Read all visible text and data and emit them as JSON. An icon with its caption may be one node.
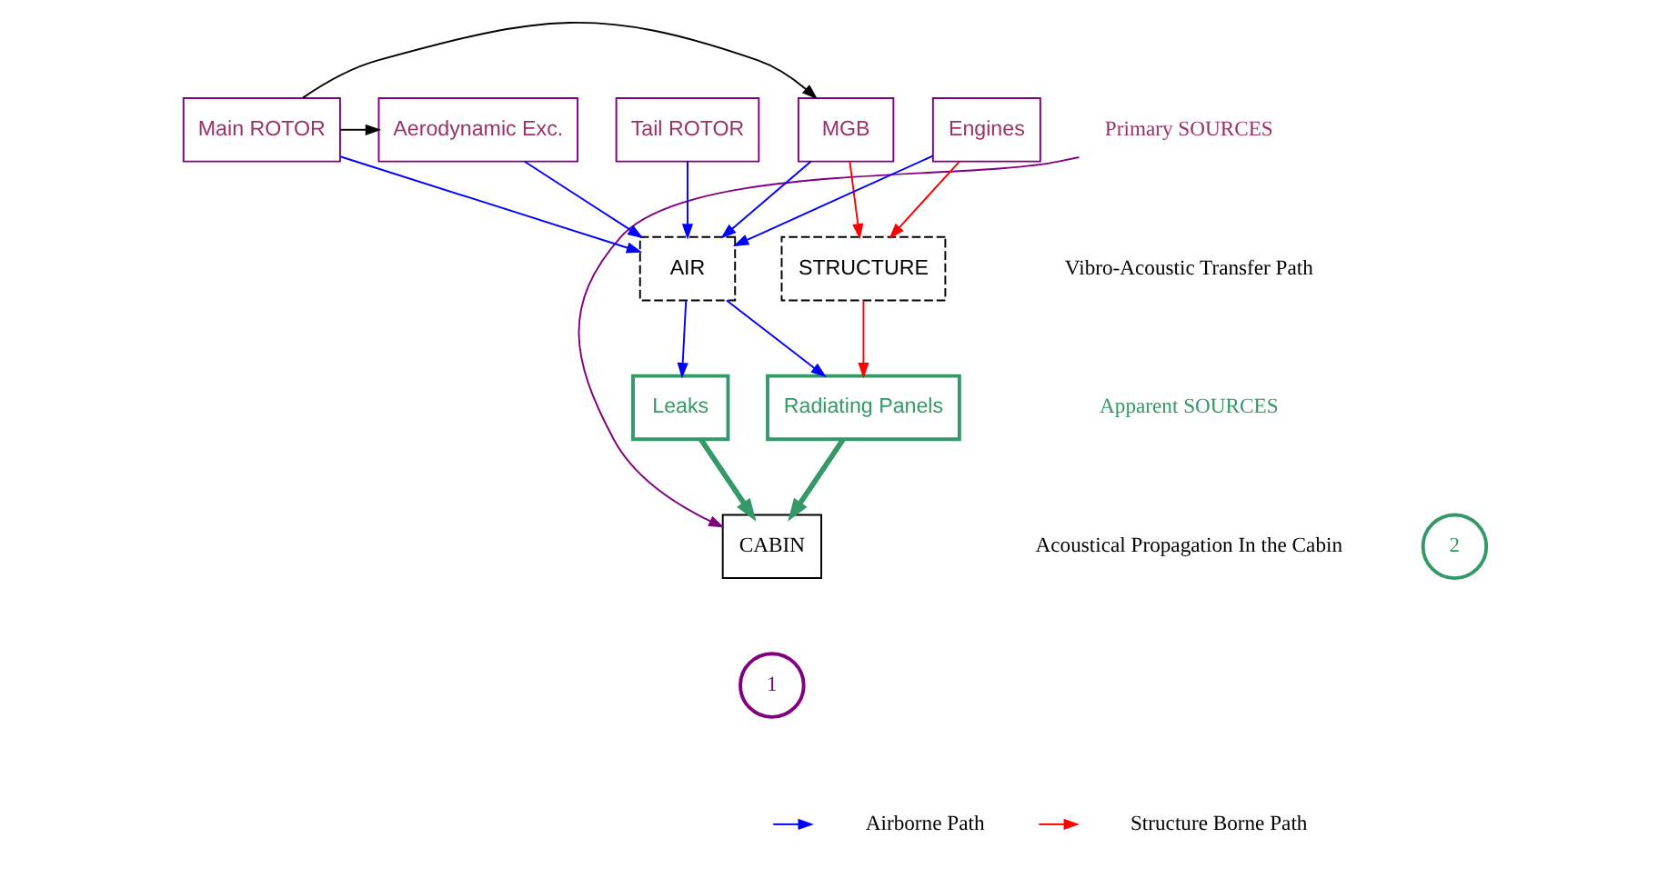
{
  "diagram": {
    "nodes": [
      {
        "text": [
          "Primary SOURCES"
        ]
      },
      {
        "text": [
          "Main ROTOR"
        ]
      },
      {
        "text": [
          "Tail ROTOR"
        ]
      },
      {
        "text": [
          "MGB"
        ]
      },
      {
        "text": [
          "Aerodynamic Exc."
        ]
      },
      {
        "text": [
          "Engines"
        ]
      },
      {
        "text": [
          "AIR"
        ]
      },
      {
        "text": [
          "STRUCTURE"
        ]
      },
      {
        "text": [
          "Leaks"
        ]
      },
      {
        "text": [
          "Radiating Panels"
        ]
      },
      {
        "text": [
          "2"
        ]
      },
      {
        "text": [
          "CABIN"
        ]
      },
      {
        "text": [
          "1"
        ]
      }
    ],
    "edges": [
      {
        "from": 1,
        "to": 3,
        "arrow": "to",
        "color": "#000000"
      },
      {
        "from": 1,
        "to": 4,
        "arrow": "to",
        "color": "#000000"
      },
      {
        "from": 1,
        "to": 6,
        "arrow": "to"
      },
      {
        "from": 2,
        "to": 6,
        "arrow": "to"
      },
      {
        "from": 3,
        "to": 6,
        "arrow": "to"
      },
      {
        "from": 4,
        "to": 6,
        "arrow": "to"
      },
      {
        "from": 5,
        "to": 6,
        "arrow": "to"
      },
      {
        "from": 3,
        "to": 7,
        "arrow": "to",
        "color": "#ff0000"
      },
      {
        "from": 5,
        "to": 7,
        "arrow": "to",
        "color": "#ff0000"
      },
      {
        "from": 6,
        "to": 8,
        "arrow": "to"
      },
      {
        "from": 6,
        "to": 9,
        "arrow": "to"
      },
      {
        "from": 7,
        "to": 9,
        "arrow": "to",
        "color": "#ff0000"
      },
      {
        "from": 8,
        "to": 11,
        "arrow": "to",
        "style": "thick",
        "color": "#339966"
      },
      {
        "from": 9,
        "to": 11,
        "arrow": "to",
        "style": "thick",
        "color": "#339966"
      },
      {
        "from": 0,
        "to": 11,
        "arrow": "to",
        "color": "#800080"
      }
    ],
    "labels": [
      "Vibro-Acoustic Transfer Path",
      "Apparent SOURCES",
      "Acoustical Propagation In the Cabin"
    ],
    "legend": [
      {
        "text": "Airborne Path"
      },
      {
        "text": "Structure Borne Path"
      }
    ]
  }
}
